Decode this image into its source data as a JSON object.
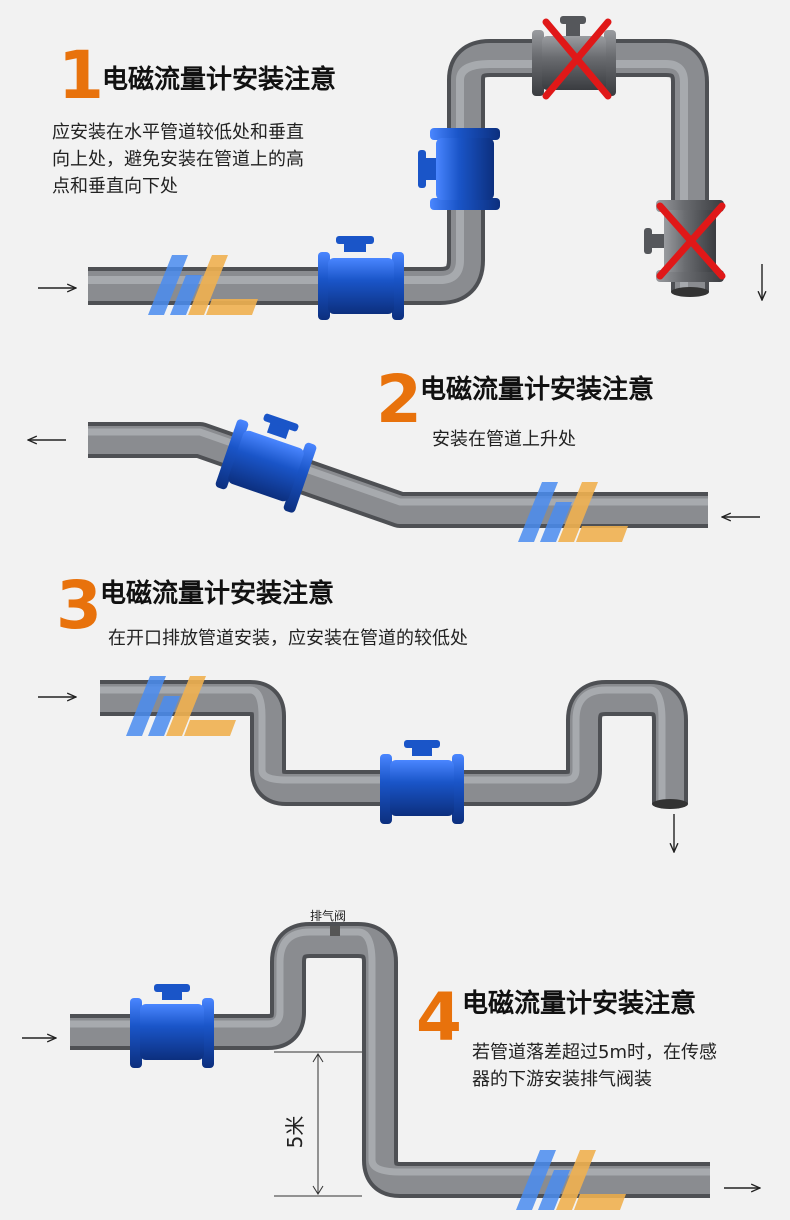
{
  "colors": {
    "accent": "#e8720c",
    "pipe": "#7d7f84",
    "meter": "#1a55c8",
    "cross": "#e01818",
    "logo_blue": "#4a8cf0",
    "logo_orange": "#f0b050"
  },
  "sections": [
    {
      "number": "1",
      "title": "电磁流量计安装注意",
      "desc_lines": [
        "应安装在水平管道较低处和垂直",
        "向上处，避免安装在管道上的高",
        "点和垂直向下处"
      ]
    },
    {
      "number": "2",
      "title": "电磁流量计安装注意",
      "desc_lines": [
        "安装在管道上升处"
      ]
    },
    {
      "number": "3",
      "title": "电磁流量计安装注意",
      "desc_lines": [
        "在开口排放管道安装，应安装在管道的较低处"
      ]
    },
    {
      "number": "4",
      "title": "电磁流量计安装注意",
      "desc_lines": [
        "若管道落差超过5m时，在传感",
        "器的下游安装排气阀装"
      ]
    }
  ],
  "labels": {
    "air_valve": "排气阀",
    "height": "5米"
  },
  "icons": {
    "logo": "ml-logo-icon",
    "flow_arrow": "flow-arrow-icon",
    "forbidden": "cross-icon"
  }
}
